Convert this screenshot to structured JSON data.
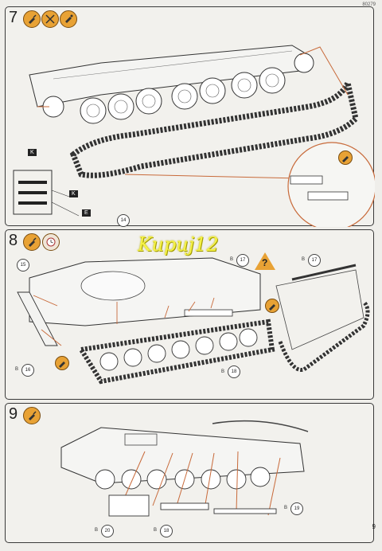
{
  "header": {
    "code": "80279"
  },
  "steps": [
    {
      "number": "7",
      "icons": [
        "glue-icon",
        "cut-icon",
        "paint-icon"
      ]
    },
    {
      "number": "8",
      "icons": [
        "glue-icon",
        "wait-clock-icon"
      ]
    },
    {
      "number": "9",
      "icons": [
        "glue-icon"
      ]
    }
  ],
  "step7": {
    "ref_14": "14",
    "letter_k1": "K",
    "letter_k2": "K",
    "letter_e": "E"
  },
  "step8": {
    "ref_15": "15",
    "ref_16": "16",
    "ref_17a": "17",
    "ref_17b": "17",
    "ref_18": "18",
    "prefix_b": "B",
    "question_mark": "?"
  },
  "step9": {
    "ref_18": "18",
    "ref_19": "19",
    "ref_20": "20",
    "prefix_b": "B"
  },
  "watermark": "Kupuj12",
  "footer": {
    "page_number": "9"
  },
  "colors": {
    "accent": "#e8a235",
    "line": "#c86a3a",
    "watermark": "#f5f246"
  }
}
